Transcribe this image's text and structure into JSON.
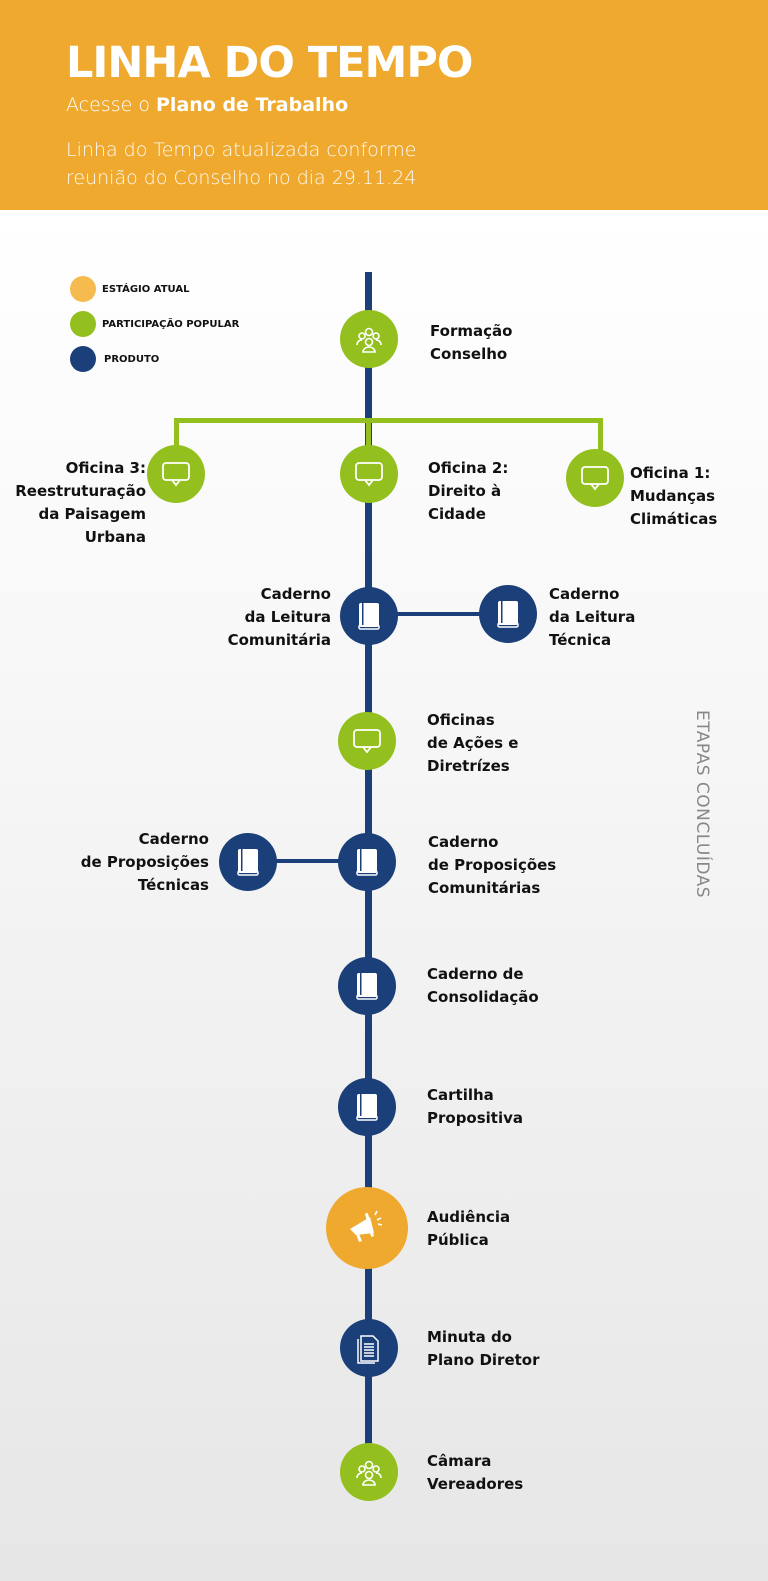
{
  "header": {
    "title": "LINHA DO TEMPO",
    "sub_prefix": "Acesse o ",
    "sub_link": "Plano de Trabalho",
    "note_line1": "Linha do Tempo atualizada conforme",
    "note_line2": "reunião do Conselho no dia 29.11.24"
  },
  "legend": [
    {
      "label": "ESTÁGIO ATUAL",
      "color": "#F5BB4E"
    },
    {
      "label": "PARTICIPAÇÃO POPULAR",
      "color": "#93C01F"
    },
    {
      "label": "PRODUTO",
      "color": "#1B3F78"
    }
  ],
  "side_label": "ETAPAS CONCLUÍDAS",
  "nodes": [
    {
      "lines": [
        "Formação",
        "Conselho"
      ],
      "icon": "people-icon"
    },
    {
      "lines": [
        "Oficina 3:",
        "Reestruturação",
        "da Paisagem",
        "Urbana"
      ],
      "icon": "speech-bubble-icon"
    },
    {
      "lines": [
        "Oficina 2:",
        "Direito à",
        "Cidade"
      ],
      "icon": "speech-bubble-icon"
    },
    {
      "lines": [
        "Oficina 1:",
        "Mudanças",
        "Climáticas"
      ],
      "icon": "speech-bubble-icon"
    },
    {
      "lines": [
        "Caderno",
        "da Leitura",
        "Comunitária"
      ],
      "icon": "book-icon"
    },
    {
      "lines": [
        "Caderno",
        "da Leitura",
        "Técnica"
      ],
      "icon": "book-icon"
    },
    {
      "lines": [
        "Oficinas",
        "de Ações e",
        "Diretrízes"
      ],
      "icon": "speech-bubble-icon"
    },
    {
      "lines": [
        "Caderno",
        "de Proposições",
        "Técnicas"
      ],
      "icon": "book-icon"
    },
    {
      "lines": [
        "Caderno",
        "de Proposições",
        "Comunitárias"
      ],
      "icon": "book-icon"
    },
    {
      "lines": [
        "Caderno de",
        "Consolidação"
      ],
      "icon": "book-icon"
    },
    {
      "lines": [
        "Cartilha",
        "Propositiva"
      ],
      "icon": "book-icon"
    },
    {
      "lines": [
        "Audiência",
        "Pública"
      ],
      "icon": "megaphone-icon"
    },
    {
      "lines": [
        "Minuta do",
        "Plano Diretor"
      ],
      "icon": "document-icon"
    },
    {
      "lines": [
        "Câmara",
        "Vereadores"
      ],
      "icon": "people-icon"
    }
  ],
  "colors": {
    "orange": "#EEA92E",
    "green": "#93C01F",
    "navy": "#1B3F78"
  }
}
